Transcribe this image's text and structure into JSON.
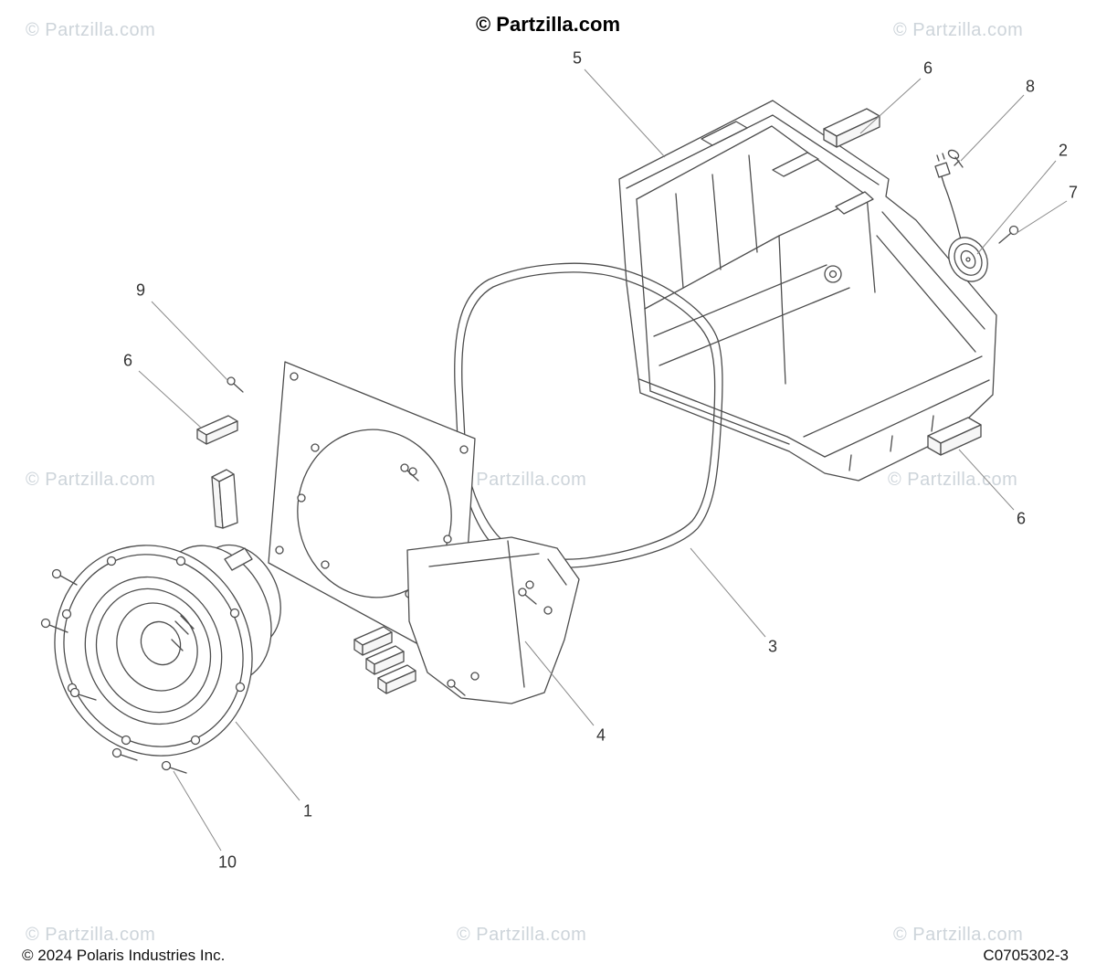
{
  "watermark": {
    "text": "© Partzilla.com"
  },
  "header": {
    "title": "© Partzilla.com"
  },
  "footer": {
    "copyright": "© 2024 Polaris Industries Inc.",
    "part_code": "C0705302-3"
  },
  "colors": {
    "watermark": "#cdd4da",
    "callout": "#333333",
    "line": "#4d4d4d",
    "leader": "#8a8a8a",
    "text": "#111111",
    "background": "#ffffff"
  },
  "diagram": {
    "description": "Exploded parts view: speaker, mounting plates, gasket, enclosure box, foam pads, fasteners",
    "callouts": [
      {
        "id": "c5",
        "label": "5"
      },
      {
        "id": "c6a",
        "label": "6"
      },
      {
        "id": "c8",
        "label": "8"
      },
      {
        "id": "c2",
        "label": "2"
      },
      {
        "id": "c7",
        "label": "7"
      },
      {
        "id": "c9",
        "label": "9"
      },
      {
        "id": "c6b",
        "label": "6"
      },
      {
        "id": "c6c",
        "label": "6"
      },
      {
        "id": "c3",
        "label": "3"
      },
      {
        "id": "c4",
        "label": "4"
      },
      {
        "id": "c1",
        "label": "1"
      },
      {
        "id": "c10",
        "label": "10"
      }
    ]
  }
}
